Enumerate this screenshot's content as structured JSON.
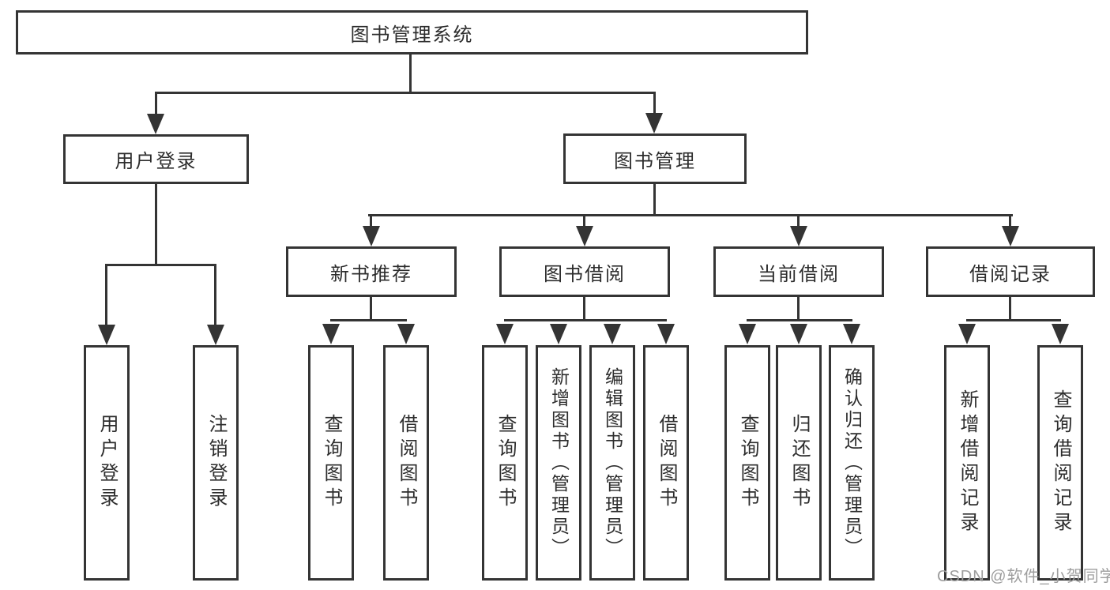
{
  "tree": {
    "root": {
      "label": "图书管理系统",
      "children": [
        {
          "label": "用户登录",
          "children": [
            {
              "label": "用户登录"
            },
            {
              "label": "注销登录"
            }
          ]
        },
        {
          "label": "图书管理",
          "children": [
            {
              "label": "新书推荐",
              "children": [
                {
                  "label": "查询图书"
                },
                {
                  "label": "借阅图书"
                }
              ]
            },
            {
              "label": "图书借阅",
              "children": [
                {
                  "label": "查询图书"
                },
                {
                  "label": "新增图书（管理员）"
                },
                {
                  "label": "编辑图书（管理员）"
                },
                {
                  "label": "借阅图书"
                }
              ]
            },
            {
              "label": "当前借阅",
              "children": [
                {
                  "label": "查询图书"
                },
                {
                  "label": "归还图书"
                },
                {
                  "label": "确认归还（管理员）"
                }
              ]
            },
            {
              "label": "借阅记录",
              "children": [
                {
                  "label": "新增借阅记录"
                },
                {
                  "label": "查询借阅记录"
                }
              ]
            }
          ]
        }
      ]
    }
  },
  "watermark": "CSDN @软件_小贺同学",
  "colors": {
    "line": "#343434",
    "text": "#2d2d2d",
    "watermark": "#9e9e9e",
    "background": "#ffffff"
  }
}
